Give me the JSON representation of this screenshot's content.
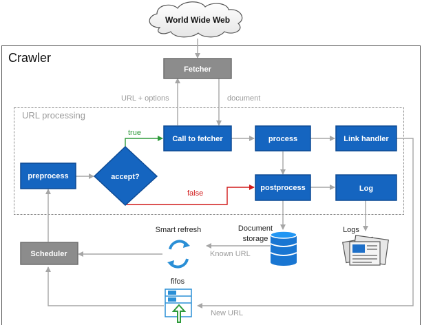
{
  "diagram": {
    "cloud_label": "World Wide Web",
    "crawler_title": "Crawler",
    "fetcher_label": "Fetcher",
    "url_options_label": "URL + options",
    "document_label": "document",
    "url_processing_label": "URL processing",
    "call_to_fetcher_label": "Call to fetcher",
    "process_label": "process",
    "link_handler_label": "Link handler",
    "preprocess_label": "preprocess",
    "accept_label": "accept?",
    "true_label": "true",
    "false_label": "false",
    "postprocess_label": "postprocess",
    "log_label": "Log",
    "document_storage_label_1": "Document",
    "document_storage_label_2": "storage",
    "logs_label": "Logs",
    "smart_refresh_label": "Smart refresh",
    "known_url_label": "Known URL",
    "scheduler_label": "Scheduler",
    "fifos_label": "fifos",
    "new_url_label": "New URL"
  },
  "colors": {
    "blue_box": "#1565c0",
    "blue_box_border": "#0d4a94",
    "gray_box": "#8c8c8c",
    "gray_box_border": "#6e6e6e",
    "arrow_gray": "#a6a6a6",
    "true_green": "#2e9a3a",
    "false_red": "#d11a1a",
    "refresh_blue": "#2a8fd6"
  },
  "icons": [
    "cloud-icon",
    "database-icon",
    "logs-documents-icon",
    "refresh-icon",
    "fifos-folder-icon"
  ]
}
